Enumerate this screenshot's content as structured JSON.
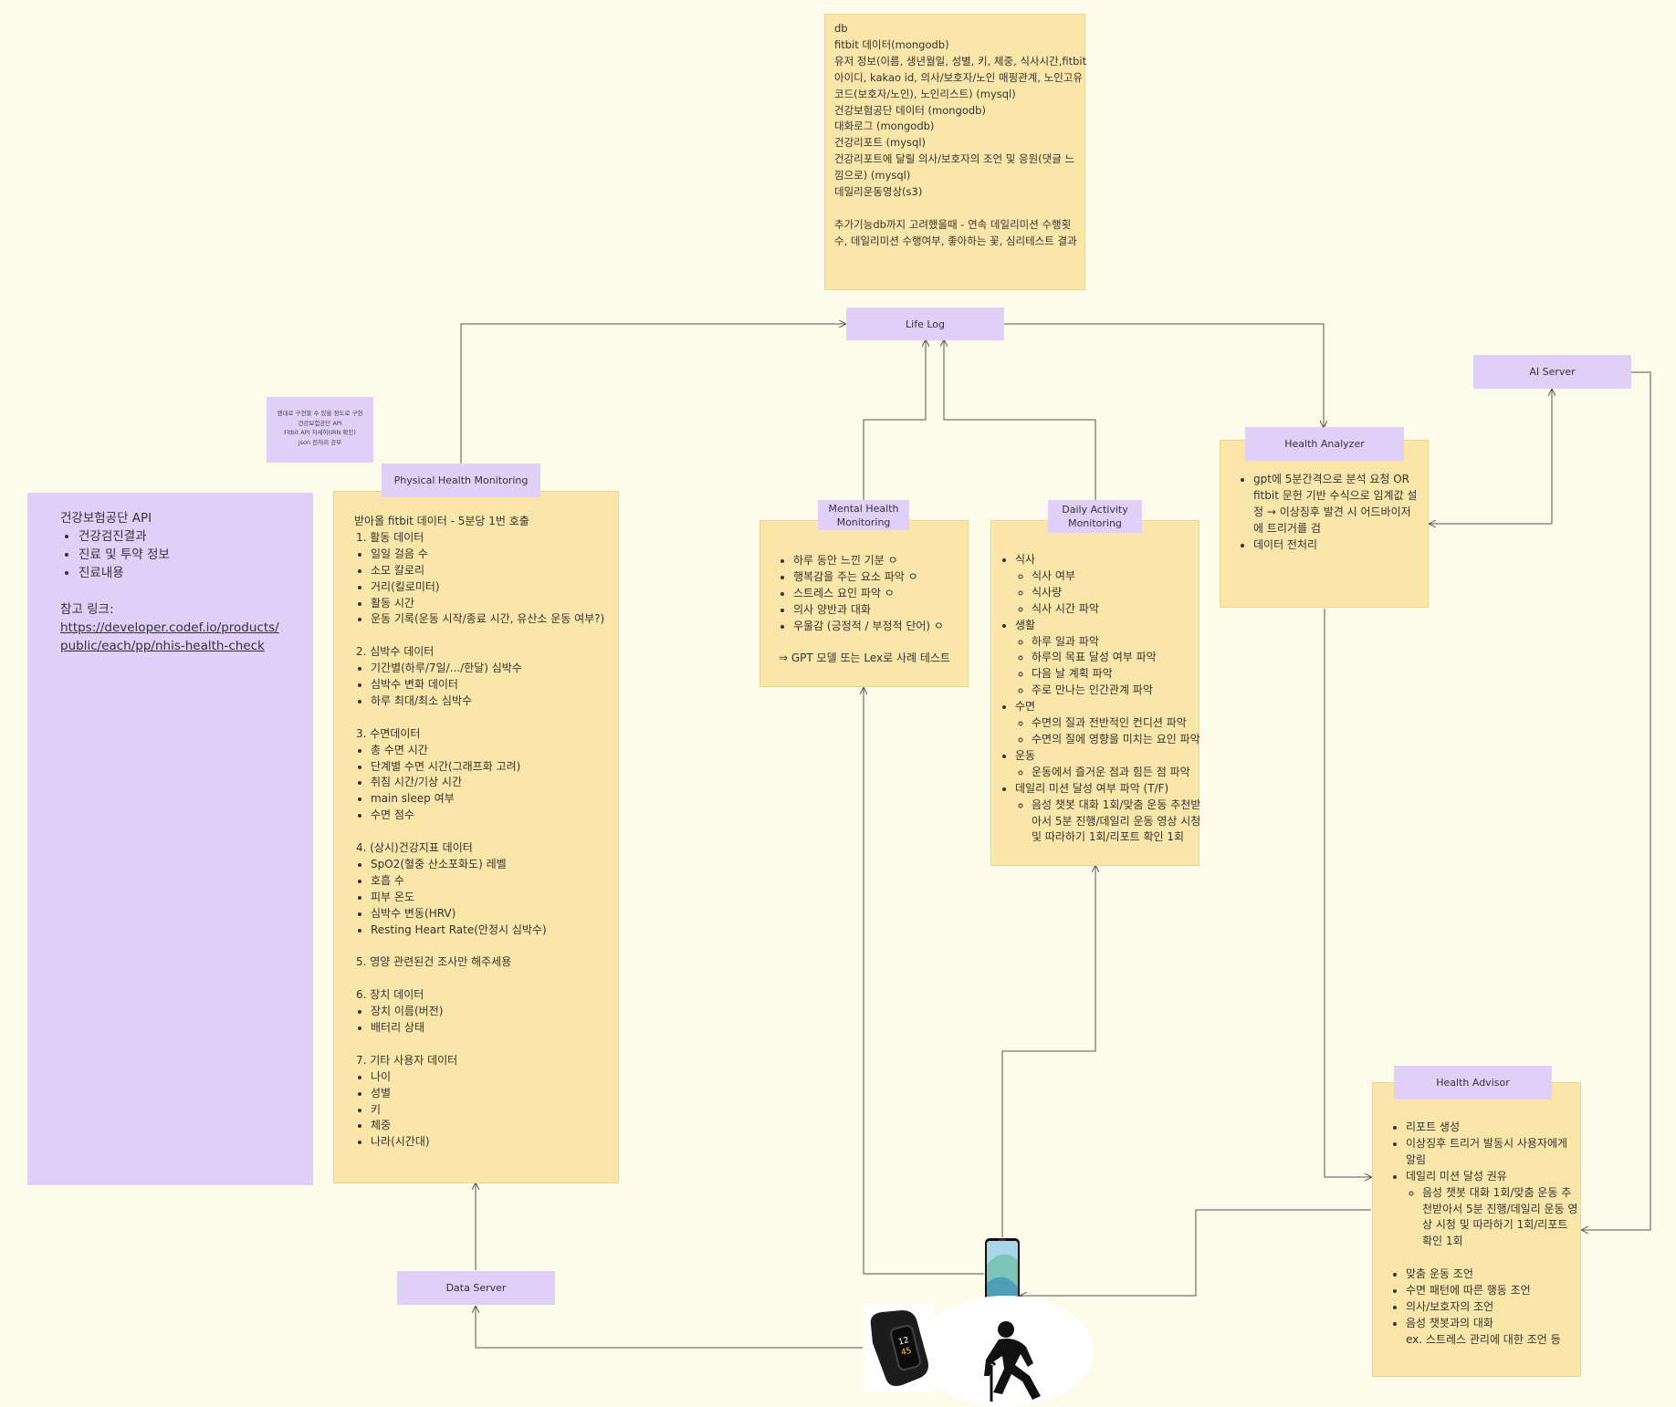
{
  "db_note": {
    "lines": [
      "db",
      "fitbit 데이터(mongodb)",
      "유저 정보(이름, 생년월일, 성별, 키, 체중, 식사시간,fitbit",
      "아이디, kakao id, 의사/보호자/노인 매핑관계, 노인고유",
      "코드(보호자/노인), 노인리스트) (mysql)",
      "건강보험공단 데이터 (mongodb)",
      "대화로그 (mongodb)",
      "건강리포트 (mysql)",
      "건강리포트에 달릴 의사/보호자의 조언 및 응원(댓글 느",
      "낌으로) (mysql)",
      "데일리운동영상(s3)",
      "",
      "추가기능db까지 고려했을때 - 연속 데일리미션 수행횟",
      "수, 데일리미션 수행여부, 좋아하는 꽃, 심리테스트 결과"
    ]
  },
  "labels": {
    "life_log": "Life Log",
    "ai_server": "AI Server",
    "health_analyzer": "Health Analyzer",
    "physical": "Physical Health Monitoring",
    "mental": [
      "Mental Health",
      "Monitoring"
    ],
    "daily": [
      "Daily Activity",
      "Monitoring"
    ],
    "health_advisor": "Health Advisor",
    "data_server": "Data Server"
  },
  "small_note": {
    "lines": [
      "왠대로 구현할 수 있을 정도로 구현",
      "건강보험공단 API",
      "Fitbit API 자세히(IRN 확인)",
      "json 전처리 공부"
    ]
  },
  "nhis_box": {
    "title": "건강보험공단 API",
    "items": [
      "건강검진결과",
      "진료 및 투약 정보",
      "진료내용"
    ],
    "ref_label": "참고 링크:",
    "link_line1": "https://developer.codef.io/products/",
    "link_line2": "public/each/pp/nhis-health-check"
  },
  "physical": {
    "intro": "받아올 fitbit 데이터 - 5분당 1번 호출",
    "sections": [
      {
        "title": "1. 활동 데이터",
        "items": [
          "일일 걸음 수",
          "소모 칼로리",
          "거리(킬로미터)",
          "활동 시간",
          "운동 기록(운동 시작/종료 시간, 유산소 운동 여부?)"
        ]
      },
      {
        "title": "2. 심박수 데이터",
        "items": [
          "기간별(하루/7일/.../한달) 심박수",
          "심박수 변화 데이터",
          "하루 최대/최소 심박수"
        ]
      },
      {
        "title": "3. 수면데이터",
        "items": [
          "총 수면 시간",
          "단계별 수면 시간(그래프화 고려)",
          "취침 시간/기상 시간",
          "main sleep 여부",
          "수면 점수"
        ]
      },
      {
        "title": "4. (상시)건강지표 데이터",
        "items": [
          "SpO2(혈중 산소포화도) 레벨",
          "호흡 수",
          "피부 온도",
          "심박수 변동(HRV)",
          "Resting Heart Rate(안정시 심박수)"
        ]
      },
      {
        "title": "5. 영양 관련된건 조사만 해주세용",
        "items": []
      },
      {
        "title": "6. 장치 데이터",
        "items": [
          "장치 이름(버전)",
          "배터리 상태"
        ]
      },
      {
        "title": "7. 기타 사용자 데이터",
        "items": [
          "나이",
          "성별",
          "키",
          "체중",
          "나라(시간대)"
        ]
      }
    ]
  },
  "mental": {
    "items": [
      "하루 동안 느낀 기분 ㅇ",
      "행복감을 주는 요소 파악 ㅇ",
      "스트레스 요인 파악 ㅇ",
      "의사 양반과 대화",
      "우울감 (긍정적 / 부정적 단어) ㅇ"
    ],
    "footer": "⇒ GPT 모델 또는 Lex로 사례 테스트"
  },
  "daily": {
    "groups": [
      {
        "title": "식사",
        "items": [
          "식사 여부",
          "식사량",
          "식사 시간 파악"
        ]
      },
      {
        "title": "생활",
        "items": [
          "하루 일과 파악",
          "하루의 목표 달성 여부 파악",
          "다음 날 계획 파악",
          "주로 만나는 인간관계 파악"
        ]
      },
      {
        "title": "수면",
        "items": [
          "수면의 질과 전반적인 컨디션 파악",
          "수면의 질에 영향을 미치는 요인 파악"
        ]
      },
      {
        "title": "운동",
        "items": [
          "운동에서 즐거운 점과 힘든 점 파악"
        ]
      },
      {
        "title": "데일리 미션 달성 여부 파악 (T/F)",
        "items": [
          "음성 챗봇 대화 1회/맞춤 운동 추천받",
          "아서 5분 진행/데일리 운동 영상 시청",
          "및 따라하기 1회/리포트 확인 1회"
        ]
      }
    ]
  },
  "analyzer": {
    "item1_lines": [
      "gpt에 5분간격으로 분석 요청 OR",
      "fitbit 문헌 기반 수식으로 임계값 설",
      "정 → 이상징후 발견 시 어드바이저",
      "에 트리거를 검"
    ],
    "item2": "데이터 전처리"
  },
  "advisor": {
    "item1": "리포트 생성",
    "item2_lines": [
      "이상징후 트리거 발동시 사용자에게",
      "알림"
    ],
    "item3": "데일리 미션 달성 권유",
    "sub_lines": [
      "음성 챗봇 대화 1회/맞춤 운동 추",
      "천받아서 5분 진행/데일리 운동 영",
      "상 시청 및 따라하기 1회/리포트",
      "확인 1회"
    ],
    "items_after": [
      "맞춤 운동 조언",
      "수면 패턴에 따른 행동 조언",
      "의사/보호자의 조언",
      "음성 챗봇과의 대화"
    ],
    "ex_line": "ex. 스트레스 관리에 대한 조언 등"
  },
  "phone_screen": {
    "time1": "12",
    "time2": "45"
  }
}
